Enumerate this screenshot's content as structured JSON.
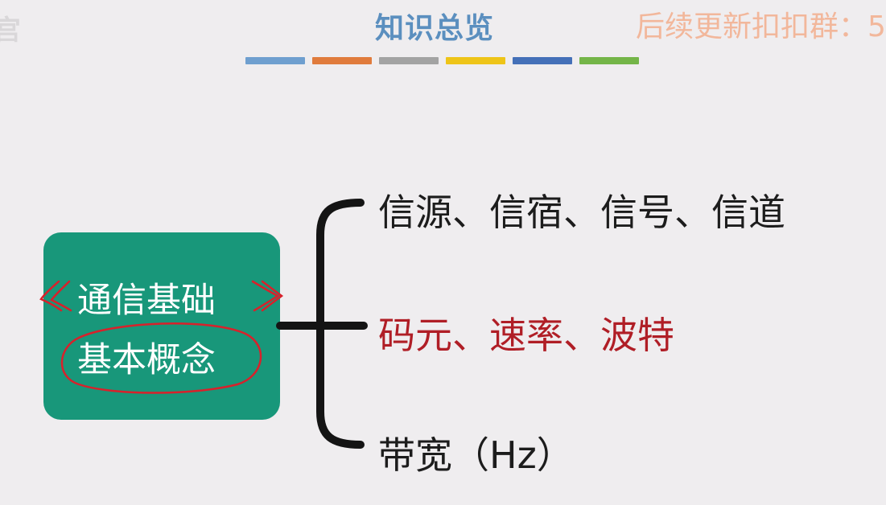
{
  "header": {
    "title": "知识总览",
    "watermark": "后续更新扣扣群：5",
    "corner_fragment": "宫"
  },
  "color_bars": [
    "#6f9fcf",
    "#e07b3c",
    "#a3a3a3",
    "#eec418",
    "#4470b8",
    "#74b548"
  ],
  "mindmap": {
    "topic": {
      "line1": "通信基础",
      "line2": "基本概念",
      "box_color": "#18977a"
    },
    "branches": [
      {
        "label": "信源、信宿、信号、信道",
        "color": "#1c1c1c"
      },
      {
        "label": "码元、速率、波特",
        "color": "#b01e26"
      },
      {
        "label": "带宽（Hz）",
        "color": "#1c1c1c"
      }
    ]
  },
  "annotation_color": "#d8212b"
}
